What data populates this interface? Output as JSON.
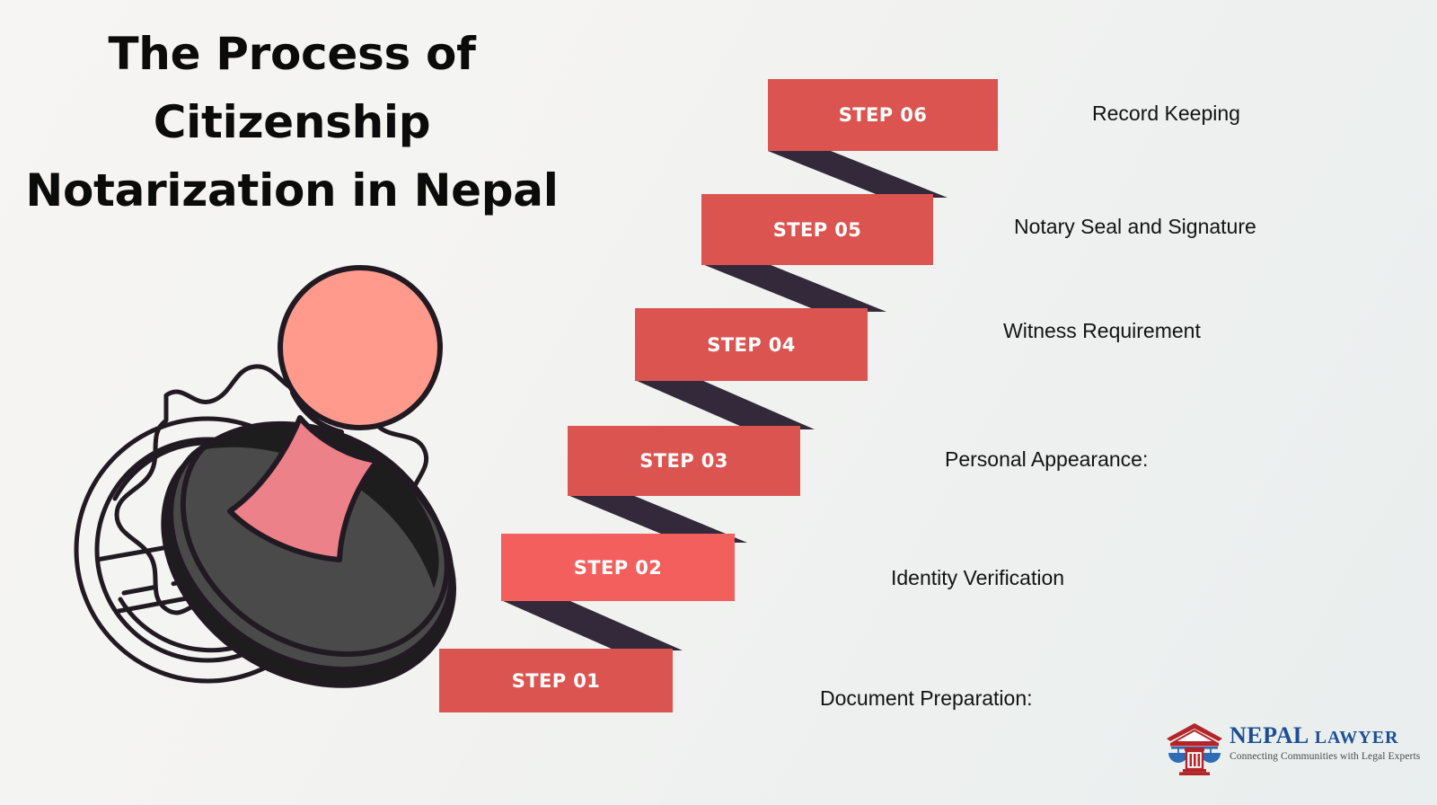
{
  "title": {
    "line1": "The Process of",
    "line2": "Citizenship",
    "line3": "Notarization in Nepal"
  },
  "colors": {
    "background_start": "#f6f5f3",
    "background_end": "#e9eeee",
    "step_red": "#db5450",
    "step_red_light": "#f25f5c",
    "connector_dark": "#33293a",
    "step_text": "#ffffff",
    "label_text": "#131313",
    "title_text": "#0b0b0b",
    "logo_blue": "#1c4f97",
    "logo_red": "#b4252a",
    "stamp_handle": "#ff9a8d",
    "stamp_neck": "#ed8189",
    "stamp_base_dark": "#1d1d1d",
    "stamp_base_gray": "#4a4a4a",
    "seal_outline": "#221a22"
  },
  "steps": [
    {
      "badge": "STEP 06",
      "label": "Record Keeping"
    },
    {
      "badge": "STEP 05",
      "label": "Notary Seal and Signature"
    },
    {
      "badge": "STEP 04",
      "label": "Witness Requirement"
    },
    {
      "badge": "STEP 03",
      "label": "Personal Appearance:"
    },
    {
      "badge": "STEP 02",
      "label": "Identity Verification"
    },
    {
      "badge": "STEP 01",
      "label": "Document Preparation:"
    }
  ],
  "logo": {
    "name_primary": "NEPAL",
    "name_secondary": "LAWYER",
    "tagline": "Connecting Communities with Legal Experts"
  },
  "illustration": {
    "name": "notary-rubber-stamp-and-seal",
    "elements": [
      "scalloped-seal",
      "rubber-stamp"
    ]
  }
}
